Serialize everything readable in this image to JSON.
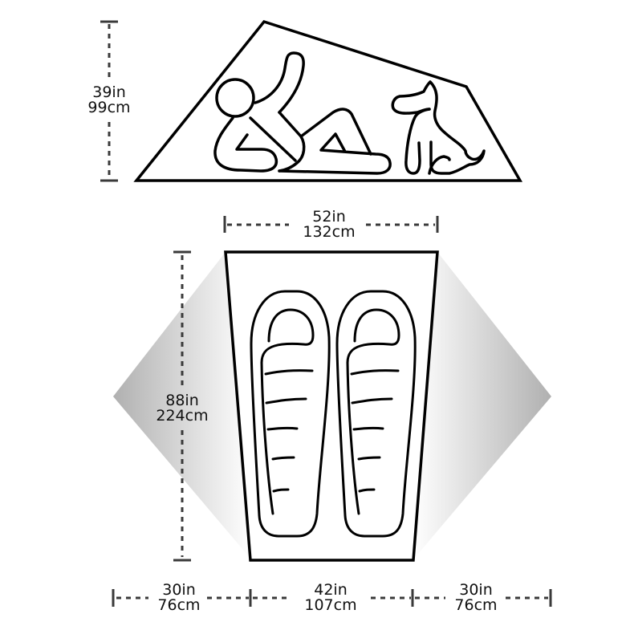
{
  "diagram": {
    "type": "tent-dimensions",
    "colors": {
      "line": "#000000",
      "dimension": "#3a3a3a",
      "vestibule_dark": "#b0b0b0",
      "vestibule_light": "#ffffff",
      "background": "#ffffff"
    },
    "side_view": {
      "height": {
        "in": "39in",
        "cm": "99cm"
      },
      "occupants": [
        "person-reclining",
        "dog-sitting"
      ]
    },
    "floor_plan": {
      "width_top": {
        "in": "52in",
        "cm": "132cm"
      },
      "length": {
        "in": "88in",
        "cm": "224cm"
      },
      "sleeping_bags": 2,
      "bottom": {
        "left_vestibule": {
          "in": "30in",
          "cm": "76cm"
        },
        "floor": {
          "in": "42in",
          "cm": "107cm"
        },
        "right_vestibule": {
          "in": "30in",
          "cm": "76cm"
        }
      }
    }
  }
}
